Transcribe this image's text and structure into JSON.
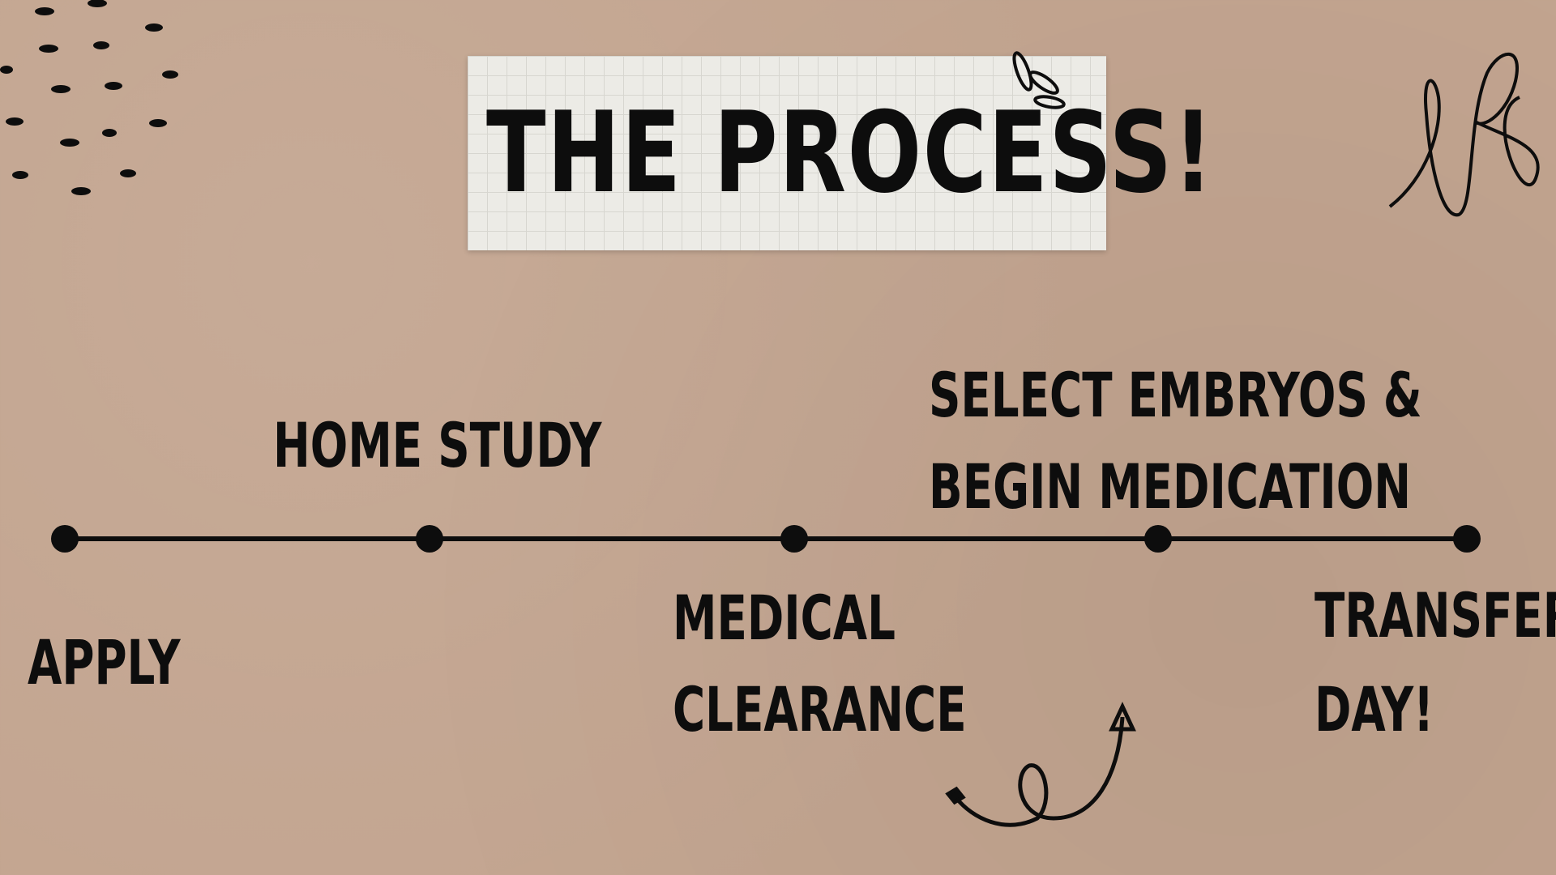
{
  "title": "THE PROCESS!",
  "colors": {
    "background": "#c3a590",
    "ink": "#0d0d0d",
    "paper": "#ecebe6"
  },
  "timeline": {
    "steps": [
      {
        "label": "APPLY"
      },
      {
        "label": "HOME STUDY"
      },
      {
        "label_line1": "MEDICAL",
        "label_line2": "CLEARANCE"
      },
      {
        "label_line1": "SELECT EMBRYOS &",
        "label_line2": "BEGIN MEDICATION"
      },
      {
        "label_line1": "TRANSFER",
        "label_line2": "DAY!"
      }
    ]
  }
}
